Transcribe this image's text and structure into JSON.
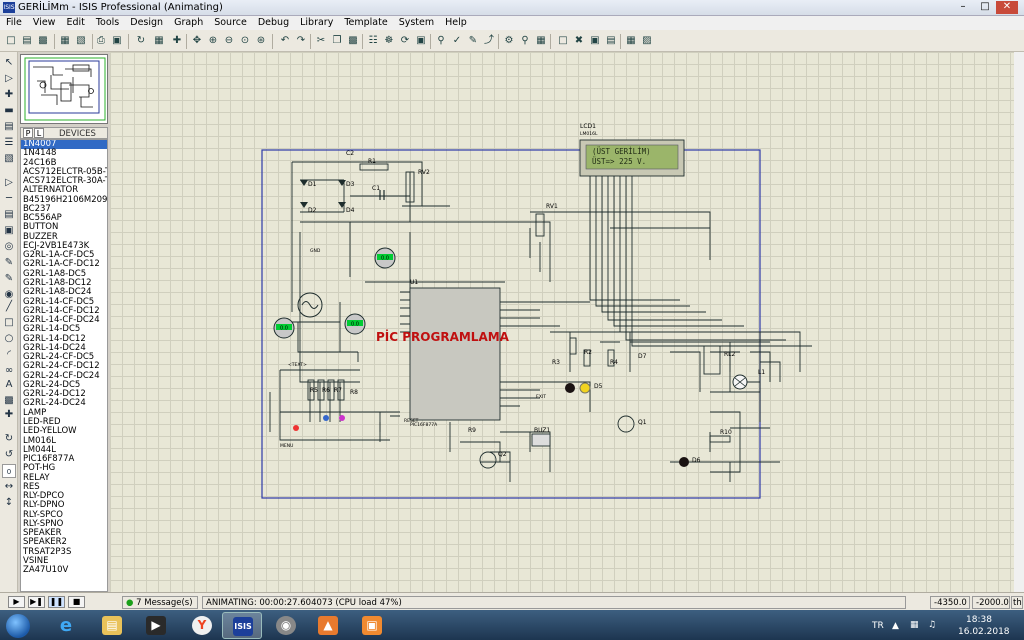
{
  "window": {
    "title": "GERİLİMm - ISIS Professional (Animating)",
    "app_icon_text": "ISIS"
  },
  "menu": [
    "File",
    "View",
    "Edit",
    "Tools",
    "Design",
    "Graph",
    "Source",
    "Debug",
    "Library",
    "Template",
    "System",
    "Help"
  ],
  "device_panel": {
    "tab_p": "P",
    "tab_l": "L",
    "header": "DEVICES",
    "items": [
      "1N4007",
      "1N4148",
      "24C16B",
      "ACS712ELCTR-05B-T",
      "ACS712ELCTR-30A-T",
      "ALTERNATOR",
      "B45196H2106M209",
      "BC237",
      "BC556AP",
      "BUTTON",
      "BUZZER",
      "ECJ-2VB1E473K",
      "G2RL-1A-CF-DC5",
      "G2RL-1A-CF-DC12",
      "G2RL-1A8-DC5",
      "G2RL-1A8-DC12",
      "G2RL-1A8-DC24",
      "G2RL-14-CF-DC5",
      "G2RL-14-CF-DC12",
      "G2RL-14-CF-DC24",
      "G2RL-14-DC5",
      "G2RL-14-DC12",
      "G2RL-14-DC24",
      "G2RL-24-CF-DC5",
      "G2RL-24-CF-DC12",
      "G2RL-24-CF-DC24",
      "G2RL-24-DC5",
      "G2RL-24-DC12",
      "G2RL-24-DC24",
      "LAMP",
      "LED-RED",
      "LED-YELLOW",
      "LM016L",
      "LM044L",
      "PIC16F877A",
      "POT-HG",
      "RELAY",
      "RES",
      "RLY-DPCO",
      "RLY-DPNO",
      "RLY-SPCO",
      "RLY-SPNO",
      "SPEAKER",
      "SPEAKER2",
      "TRSAT2P3S",
      "VSINE",
      "ZA47U10V"
    ],
    "selected_index": 0
  },
  "schematic": {
    "banner": "PİC PROGRAMLAMA",
    "lcd": {
      "ref": "LCD1",
      "part": "LM016L",
      "line1": "(ÜST GERİLİM)",
      "line2": "ÜST=> 225 V."
    },
    "mcu": {
      "ref": "U1",
      "part": "PIC16F877A"
    },
    "labels": [
      "C2",
      "D1",
      "D3",
      "D2",
      "D4",
      "R1",
      "C1",
      "RV2",
      "RV1",
      "R2",
      "R3",
      "R4",
      "D5",
      "D7",
      "RL2",
      "L1",
      "Q1",
      "Q2",
      "R9",
      "BUZ1",
      "R10",
      "D6",
      "R8",
      "R7",
      "R6",
      "R5",
      "MENU",
      "EXIT",
      "<TEXT>",
      "RESET",
      "GND"
    ],
    "meters": [
      "0.0",
      "0.0",
      "0.0"
    ]
  },
  "status": {
    "messages": "7 Message(s)",
    "animating": "ANIMATING: 00:00:27.604073 (CPU load 47%)",
    "coord_x": "-4350.0",
    "coord_y": "-2000.0",
    "unit": "th"
  },
  "taskbar": {
    "lang": "TR",
    "time": "18:38",
    "date": "16.02.2018"
  }
}
